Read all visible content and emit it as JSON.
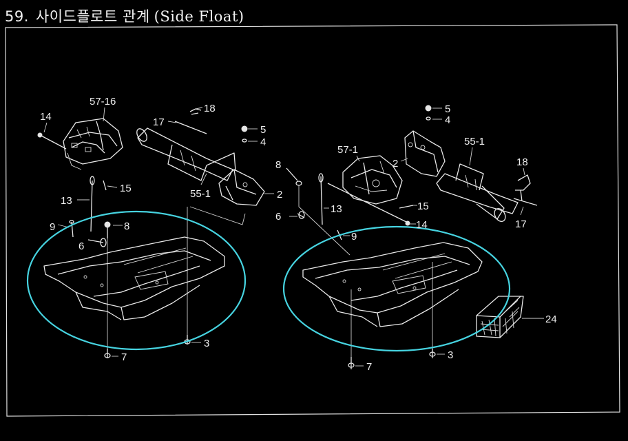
{
  "title": {
    "number": "59.",
    "korean": "사이드플로트 관계",
    "english": "(Side Float)"
  },
  "highlight_color": "#46d3e0",
  "callouts": {
    "left": {
      "c57_16": "57-16",
      "c14": "14",
      "c17": "17",
      "c18": "18",
      "c5": "5",
      "c4": "4",
      "c15": "15",
      "c13": "13",
      "c55_1": "55-1",
      "c2": "2",
      "c9": "9",
      "c8": "8",
      "c6": "6",
      "c7": "7",
      "c3": "3"
    },
    "right": {
      "c5": "5",
      "c4": "4",
      "c57_1": "57-1",
      "c8": "8",
      "c2": "2",
      "c55_1": "55-1",
      "c18": "18",
      "c6": "6",
      "c13": "13",
      "c15": "15",
      "c14": "14",
      "c9": "9",
      "c17": "17",
      "c24": "24",
      "c7": "7",
      "c3": "3"
    }
  }
}
